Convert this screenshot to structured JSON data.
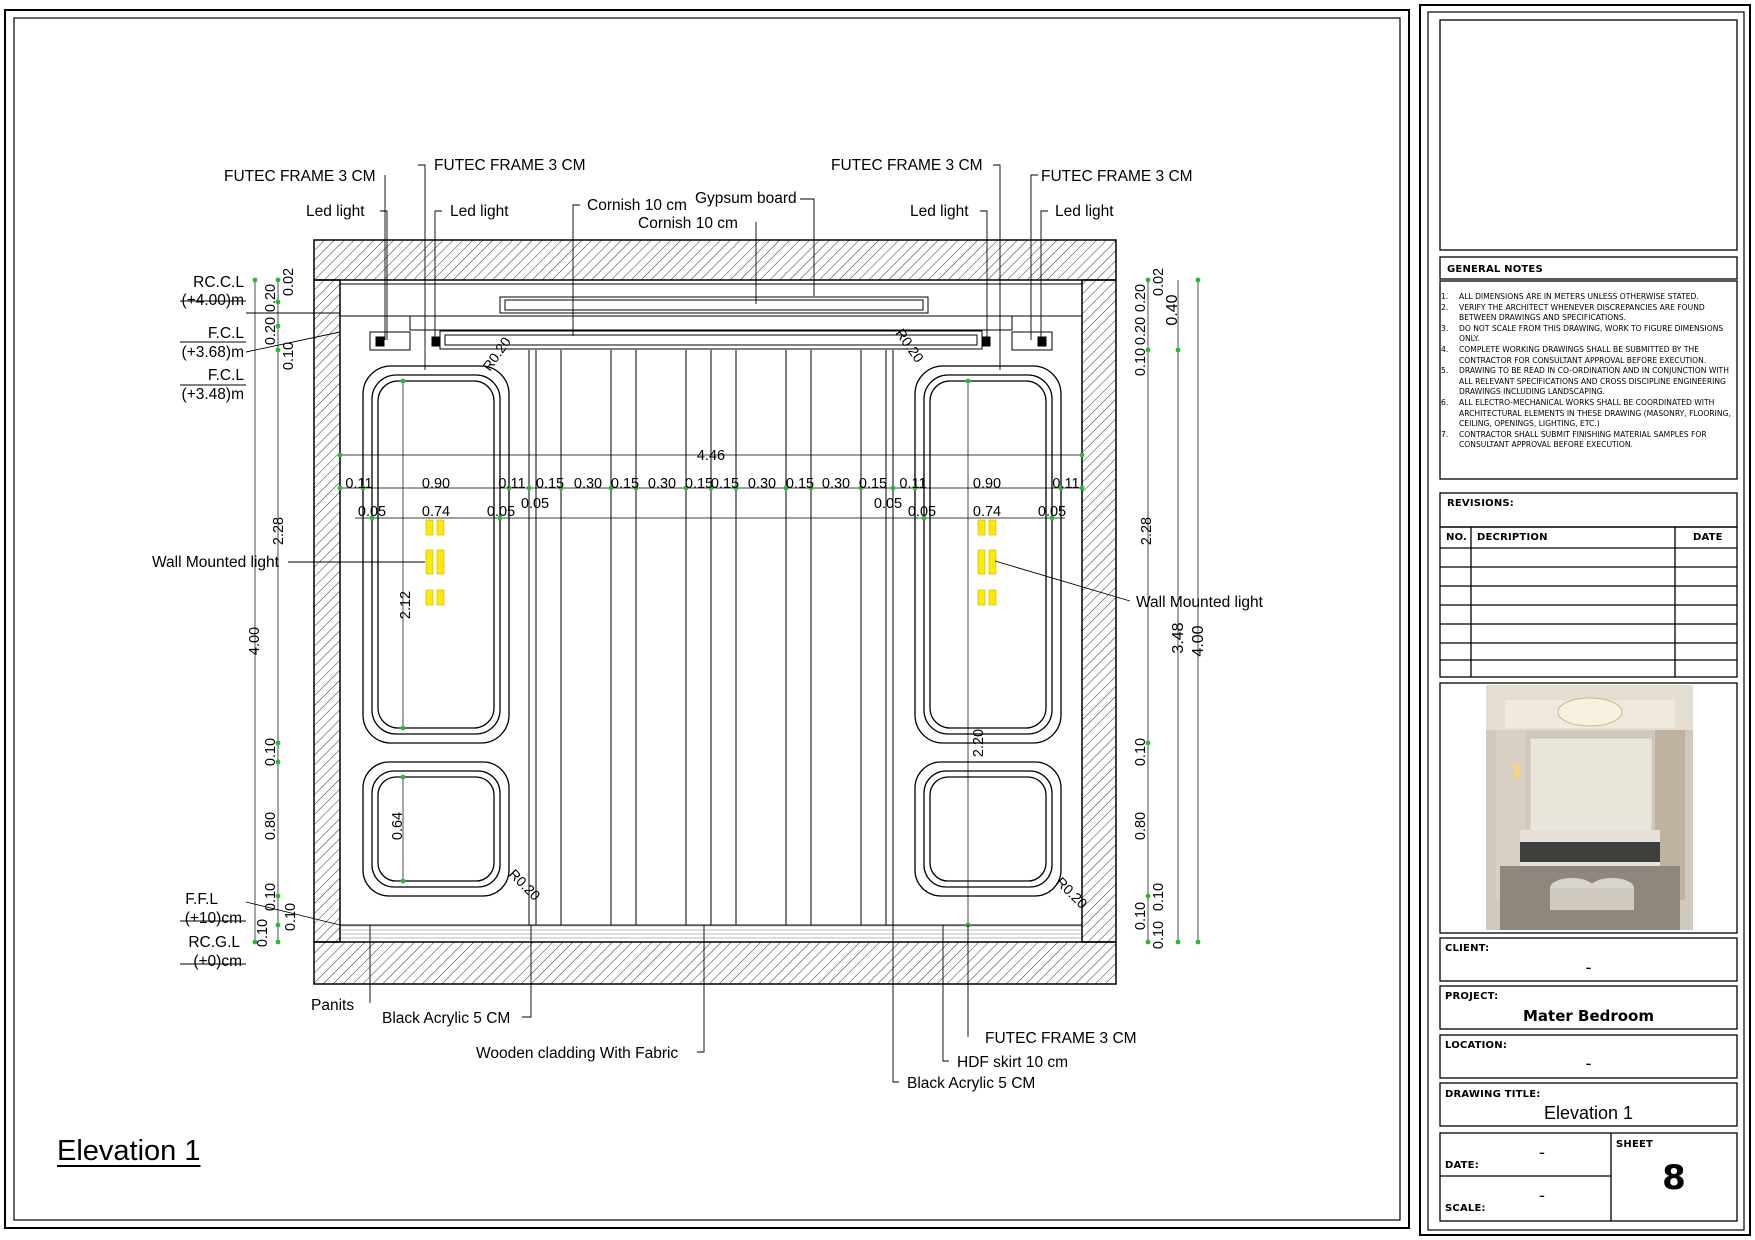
{
  "drawing": {
    "title": "Elevation 1",
    "callouts": {
      "futec_frame_tl": "FUTEC FRAME 3 CM",
      "futec_frame_tl2": "FUTEC FRAME 3 CM",
      "futec_frame_tr": "FUTEC FRAME 3 CM",
      "futec_frame_tr2": "FUTEC FRAME 3 CM",
      "futec_frame_bottom": "FUTEC FRAME 3 CM",
      "led_light_1": "Led light",
      "led_light_2": "Led light",
      "led_light_3": "Led light",
      "led_light_4": "Led light",
      "cornish_1": "Cornish 10 cm",
      "cornish_2": "Cornish 10 cm",
      "gypsum_board": "Gypsum board",
      "wall_light_left": "Wall Mounted light",
      "wall_light_right": "Wall Mounted light",
      "panits": "Panits",
      "black_acrylic_left": "Black Acrylic 5 CM",
      "black_acrylic_right": "Black Acrylic 5 CM",
      "wooden_cladding": "Wooden cladding With Fabric",
      "hdf_skirt": "HDF skirt 10 cm"
    },
    "levels": {
      "rccl": "RC.C.L",
      "rccl_val": "(+4.00)m",
      "fcl1": "F.C.L",
      "fcl1_val": "(+3.68)m",
      "fcl2": "F.C.L",
      "fcl2_val": "(+3.48)m",
      "ffl": "F.F.L",
      "ffl_val": "(+10)cm",
      "rcgl": "RC.G.L",
      "rcgl_val": "(+0)cm"
    },
    "dimensions": {
      "overall_width": "4.46",
      "row1": [
        "0.11",
        "0.90",
        "0.11",
        "0.15",
        "0.30",
        "0.15",
        "0.30",
        "0.15",
        "0.15",
        "0.30",
        "0.15",
        "0.30",
        "0.15",
        "0.11",
        "0.90",
        "0.11"
      ],
      "row2_left": [
        "0.05",
        "0.74",
        "0.05",
        "0.05"
      ],
      "row2_right": [
        "0.05",
        "0.05",
        "0.74",
        "0.05"
      ],
      "left_outer": "4.00",
      "left_vert": [
        "0.02",
        "0.20",
        "0.20",
        "0.10",
        "2.28",
        "0.10",
        "0.80",
        "0.10",
        "0.10",
        "0.10"
      ],
      "right_vert": [
        "0.02",
        "0.20",
        "0.20",
        "0.10",
        "2.28",
        "0.10",
        "0.80",
        "0.10",
        "0.10",
        "0.10"
      ],
      "right_total_1": "0.40",
      "right_total_2": "3.48",
      "right_total_3": "4.00",
      "inner_212": "2.12",
      "inner_064": "0.64",
      "inner_220": "2.20",
      "radius_label": "R0.20"
    }
  },
  "title_block": {
    "general_notes_title": "GENERAL NOTES",
    "notes": [
      {
        "n": "1.",
        "text": "ALL DIMENSIONS ARE IN METERS UNLESS OTHERWISE STATED."
      },
      {
        "n": "2.",
        "text": "VERIFY THE ARCHITECT WHENEVER DISCREPANCIES ARE FOUND BETWEEN DRAWINGS AND SPECIFICATIONS."
      },
      {
        "n": "3.",
        "text": "DO NOT SCALE FROM THIS DRAWING, WORK TO FIGURE DIMENSIONS ONLY."
      },
      {
        "n": "4.",
        "text": "COMPLETE WORKING DRAWINGS SHALL BE SUBMITTED BY THE CONTRACTOR FOR CONSULTANT APPROVAL BEFORE EXECUTION."
      },
      {
        "n": "5.",
        "text": "DRAWING TO BE READ IN CO-ORDINATION AND IN CONJUNCTION WITH ALL RELEVANT SPECIFICATIONS AND CROSS DISCIPLINE ENGINEERING DRAWINGS INCLUDING LANDSCAPING."
      },
      {
        "n": "6.",
        "text": "ALL ELECTRO-MECHANICAL WORKS SHALL BE COORDINATED WITH ARCHITECTURAL ELEMENTS IN THESE DRAWING (MASONRY, FLOORING, CEILING, OPENINGS, LIGHTING, ETC.)"
      },
      {
        "n": "7.",
        "text": "CONTRACTOR SHALL SUBMIT FINISHING MATERIAL SAMPLES FOR CONSULTANT APPROVAL BEFORE EXECUTION."
      }
    ],
    "revisions_title": "REVISIONS:",
    "rev_col_no": "NO.",
    "rev_col_desc": "DECRIPTION",
    "rev_col_date": "DATE",
    "client_label": "CLIENT:",
    "client_value": "-",
    "project_label": "PROJECT:",
    "project_value": "Mater Bedroom",
    "location_label": "LOCATION:",
    "location_value": "-",
    "drawing_title_label": "DRAWING TITLE:",
    "drawing_title_value": "Elevation 1",
    "date_label": "DATE:",
    "date_value": "-",
    "scale_label": "SCALE:",
    "scale_value": "-",
    "sheet_label": "SHEET",
    "sheet_value": "8"
  }
}
